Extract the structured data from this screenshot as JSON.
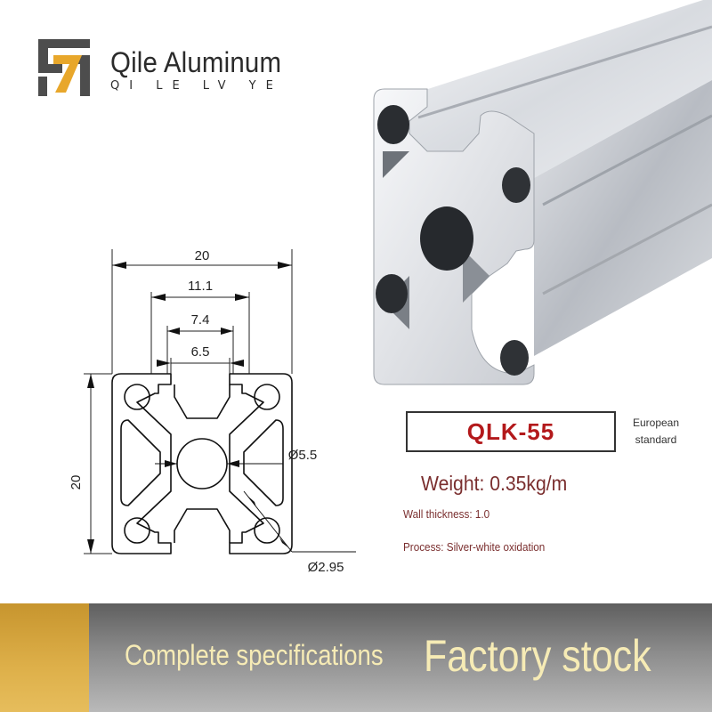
{
  "brand": {
    "name": "Qile Aluminum",
    "subtitle": "QI LE LV YE"
  },
  "drawing": {
    "dim_width": "20",
    "dim_slot_outer": "11.1",
    "dim_slot_mid": "7.4",
    "dim_slot_inner": "6.5",
    "dim_height": "20",
    "dim_center_hole": "Ø5.5",
    "dim_corner_hole": "Ø2.95"
  },
  "product": {
    "model": "QLK-55",
    "standard_line1": "European",
    "standard_line2": "standard",
    "weight": "Weight: 0.35kg/m",
    "wall_thickness": "Wall thickness: 1.0",
    "process": "Process: Silver-white oxidation"
  },
  "banner": {
    "left_text": "Complete specifications",
    "right_text": "Factory stock"
  },
  "colors": {
    "model_red": "#b3191b",
    "spec_text": "#7a2e2e",
    "banner_gold": "#deb04a",
    "banner_text": "#f6ebb5"
  }
}
